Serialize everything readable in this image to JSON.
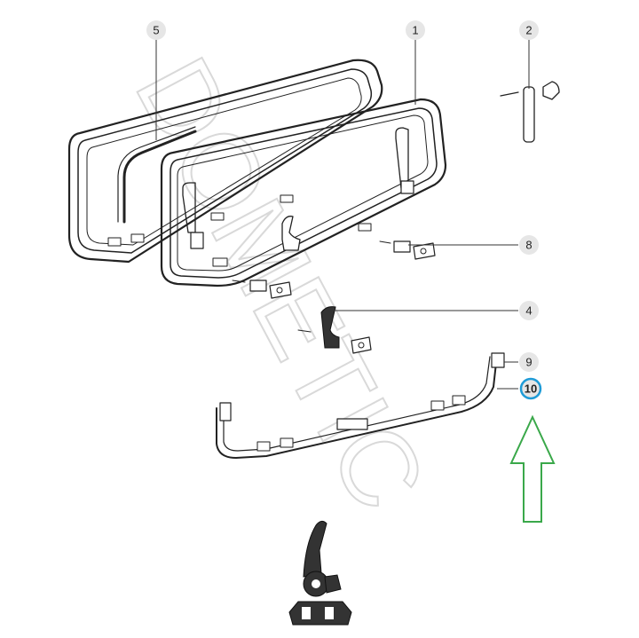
{
  "watermark": "DOMETIC",
  "callouts": [
    {
      "id": "callout-1",
      "label": "1"
    },
    {
      "id": "callout-2",
      "label": "2"
    },
    {
      "id": "callout-4",
      "label": "4"
    },
    {
      "id": "callout-5",
      "label": "5"
    },
    {
      "id": "callout-8",
      "label": "8"
    },
    {
      "id": "callout-9",
      "label": "9"
    },
    {
      "id": "callout-10",
      "label": "10"
    }
  ],
  "colors": {
    "highlight_ring": "#1e9bd7",
    "arrow": "#3aa84a",
    "callout_bg": "#e6e6e6",
    "line": "#222222"
  }
}
